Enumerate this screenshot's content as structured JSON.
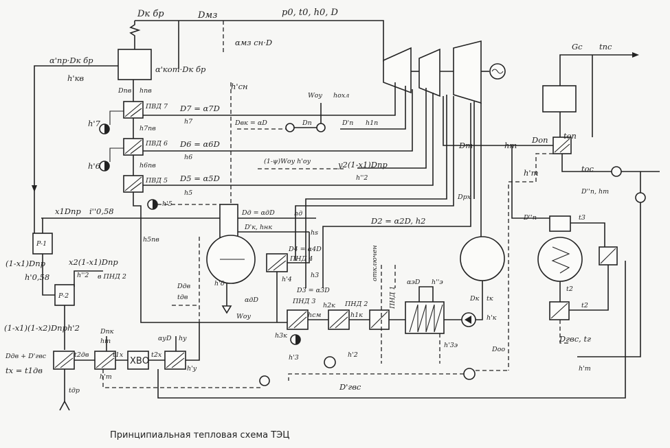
{
  "caption": "Принципиальная тепловая схема ТЭЦ",
  "labels": {
    "dk_br": "Dк бр",
    "dmz": "Dмз",
    "steam_params": "p0, t0, h0, D",
    "alpha_pr": "α'пр·Dк бр",
    "h_kv": "h'кв",
    "alpha_kot": "α'кот·Dк бр",
    "alpha_mz": "αмз сн·D",
    "h_sn": "h'сн",
    "d_pv": "Dпв",
    "h_pv": "hпв",
    "pvd7": "ПВД 7",
    "pvd6": "ПВД 6",
    "pvd5": "ПВД 5",
    "d7": "D7 = α7D",
    "d6": "D6 = α6D",
    "d5": "D5 = α5D",
    "h7": "h7",
    "h6": "h6",
    "h5": "h5",
    "h7p": "h'7",
    "h6p": "h'6",
    "h7pv": "h7пв",
    "h6pv": "h6пв",
    "h5pv": "h5пв",
    "h5p": "h'5",
    "w_ou": "Wоу",
    "h_okhl": "hохл",
    "d_bk": "Dвк = αD",
    "d_p": "Dп",
    "dp_p": "D'п",
    "h_1p": "h1п",
    "one_minus_psi": "(1-ψ)Wоу h'оу",
    "y2": "y2(1-x1)Dпр",
    "h2pp": "h''2",
    "x1_dpr": "x1Dпр",
    "i058": "i''0,58",
    "p1": "P-1",
    "p2": "P-2",
    "one_minus_x1": "(1-x1)Dпр",
    "h058": "h'0,58",
    "x2": "x2(1-x1)Dпр",
    "h2pp_b": "h''2",
    "v_pnd2": "в ПНД 2",
    "one_minus_x2": "(1-x1)(1-x2)Dпр",
    "h2p": "h'2",
    "d_dv": "Dдв + D'гвс",
    "tx": "tx = t1дв",
    "t_dr": "tдр",
    "t_2dv": "t2дв",
    "d_nk": "Dпк",
    "h_t": "hт",
    "t_1x": "t1x",
    "hvo": "ХВО",
    "t_2x": "t2x",
    "alpha_u": "αуD",
    "h_u": "hу",
    "h_up": "h'у",
    "h_tp": "h'т",
    "d_dv2": "Dдв",
    "t_dv": "tдв",
    "d_d": "Dд = αдD",
    "dk_hnk": "D'к, hнк",
    "h_d": "hд",
    "h_dp": "h'д",
    "alpha_d": "αдD",
    "w_ou2": "Wоу",
    "h_s": "hs",
    "d4": "D4 = α4D",
    "pnd4": "ПНД 4",
    "h4p": "h'4",
    "h3": "h3",
    "d3": "D3 = α3D",
    "pnd3": "ПНД 3",
    "h3k": "h3к",
    "h3p": "h'3",
    "h_sm": "hсм",
    "h2k": "h2к",
    "pnd2": "ПНД 2",
    "h1k": "h1к",
    "pnd1": "ПНД 1",
    "otklyuchen": "отключен",
    "d2": "D2 = α2D, h2",
    "h2pp_c": "h'2",
    "alpha_e": "αэD",
    "h_e": "h''э",
    "h_3e": "h'3э",
    "d_k": "Dк",
    "t_k": "tк",
    "h_kp": "h'к",
    "d_t": "Dт",
    "h_t2": "hт",
    "d_op": "Dоп",
    "t_op": "tоп",
    "h_tp2": "h'т",
    "t_os": "tос",
    "d_px": "Dрх",
    "gc": "Gс",
    "t_ps": "tпс",
    "dpn": "D''п, hт",
    "d_pp": "D''п",
    "t_3": "t3",
    "t_2": "t2",
    "t_2b": "t2",
    "d_gvs": "Dгвс, tг",
    "h_tp3": "h'т",
    "d_oo": "Dоо",
    "d_gvs2": "D'гвс"
  },
  "icons": {
    "generator": "generator-icon",
    "pump": "pump-icon",
    "turbine": "turbine-icon"
  }
}
